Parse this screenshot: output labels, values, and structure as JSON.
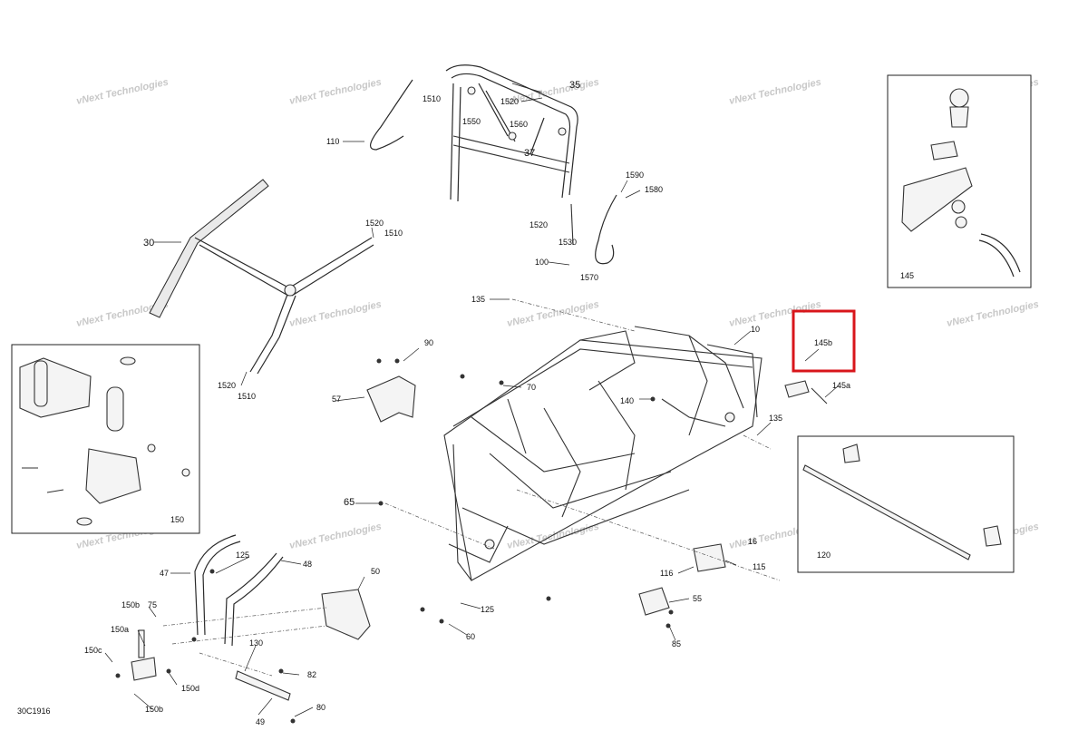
{
  "drawing_code": "30C1916",
  "watermark_text": "vNext Technologies",
  "highlight_color": "#d8161b",
  "callouts": {
    "c10": "10",
    "c16": "16",
    "c30": "30",
    "c35": "35",
    "c37": "37",
    "c47": "47",
    "c48": "48",
    "c49": "49",
    "c50": "50",
    "c55": "55",
    "c57": "57",
    "c60": "60",
    "c65": "65",
    "c70": "70",
    "c75": "75",
    "c80": "80",
    "c82": "82",
    "c85": "85",
    "c90": "90",
    "c100": "100",
    "c110": "110",
    "c115": "115",
    "c116": "116",
    "c120": "120",
    "c125a": "125",
    "c125b": "125",
    "c130": "130",
    "c135a": "135",
    "c135b": "135",
    "c140": "140",
    "c145": "145",
    "c145a": "145a",
    "c145b": "145b",
    "c150": "150",
    "c150a": "150a",
    "c150b1": "150b",
    "c150b2": "150b",
    "c150c": "150c",
    "c150d": "150d",
    "c1510a": "1510",
    "c1510b": "1510",
    "c1510c": "1510",
    "c1520a": "1520",
    "c1520b": "1520",
    "c1520c": "1520",
    "c1520d": "1520",
    "c1530": "1530",
    "c1550": "1550",
    "c1560": "1560",
    "c1570": "1570",
    "c1580": "1580",
    "c1590": "1590"
  }
}
